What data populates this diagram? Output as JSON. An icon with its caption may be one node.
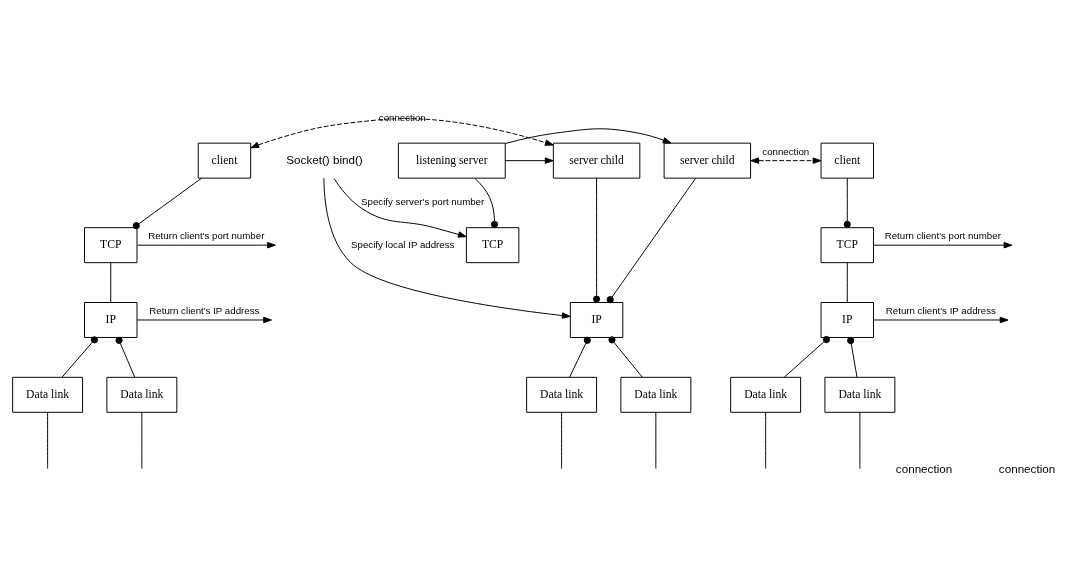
{
  "diagram": {
    "nodes": [
      {
        "text": [
          "client"
        ]
      },
      {
        "text": [
          "server child"
        ]
      },
      {
        "text": [
          "listening server"
        ]
      },
      {
        "text": [
          "server child"
        ]
      },
      {
        "text": [
          "client"
        ]
      },
      {
        "text": [
          "TCP"
        ]
      },
      {
        "text": [
          "TCP"
        ]
      },
      {
        "text": [
          "TCP"
        ]
      },
      {
        "text": [
          "IP"
        ]
      },
      {
        "text": [
          "IP"
        ]
      },
      {
        "text": [
          "IP"
        ]
      },
      {
        "text": [
          "Data link"
        ]
      },
      {
        "text": [
          "Data link"
        ]
      },
      {
        "text": [
          "Data link"
        ]
      },
      {
        "text": [
          "Data link"
        ]
      },
      {
        "text": [
          "Data link"
        ]
      },
      {
        "text": [
          "Data link"
        ]
      },
      {
        "text": [
          "Socket() bind()"
        ]
      }
    ],
    "edges": [
      {
        "from": 0,
        "to": 1,
        "arrow": "both",
        "style": "dashed",
        "label": "connection"
      },
      {
        "from": 2,
        "to": 1,
        "arrow": "to"
      },
      {
        "from": 2,
        "to": 3,
        "arrow": "to"
      },
      {
        "from": 3,
        "to": 4,
        "arrow": "both",
        "style": "dashed",
        "label": "connection"
      },
      {
        "from": 0,
        "to": 5,
        "arrow": "other"
      },
      {
        "from": 2,
        "to": 6,
        "arrow": "other"
      },
      {
        "from": 4,
        "to": 7,
        "arrow": "other"
      },
      {
        "from": 1,
        "to": 9,
        "arrow": "other"
      },
      {
        "from": 3,
        "to": 9,
        "arrow": "other"
      },
      {
        "from": 5,
        "to": 8,
        "arrow": "none"
      },
      {
        "from": 7,
        "to": 10,
        "arrow": "none"
      },
      {
        "from": 11,
        "to": 8,
        "arrow": "other"
      },
      {
        "from": 12,
        "to": 8,
        "arrow": "other"
      },
      {
        "from": 13,
        "to": 9,
        "arrow": "other"
      },
      {
        "from": 14,
        "to": 9,
        "arrow": "other"
      },
      {
        "from": 15,
        "to": 10,
        "arrow": "other"
      },
      {
        "from": 16,
        "to": 10,
        "arrow": "other"
      },
      {
        "from": 17,
        "to": 6,
        "arrow": "to",
        "label": "Specify server's port number"
      },
      {
        "from": 17,
        "to": 9,
        "arrow": "to",
        "label": "Specify local IP address"
      },
      {
        "from": 5,
        "to": null,
        "arrow": "to",
        "label": "Return client's port number"
      },
      {
        "from": 8,
        "to": null,
        "arrow": "to",
        "label": "Return client's IP address"
      },
      {
        "from": 7,
        "to": null,
        "arrow": "to",
        "label": "Return client's port number"
      },
      {
        "from": 10,
        "to": null,
        "arrow": "to",
        "label": "Return client's IP address"
      },
      {
        "from": 11,
        "to": null,
        "arrow": "none"
      },
      {
        "from": 12,
        "to": null,
        "arrow": "none"
      },
      {
        "from": 13,
        "to": null,
        "arrow": "none"
      },
      {
        "from": 14,
        "to": null,
        "arrow": "none"
      },
      {
        "from": 15,
        "to": null,
        "arrow": "none"
      },
      {
        "from": 16,
        "to": null,
        "arrow": "none"
      }
    ],
    "labels": [
      "connection",
      "connection"
    ]
  }
}
